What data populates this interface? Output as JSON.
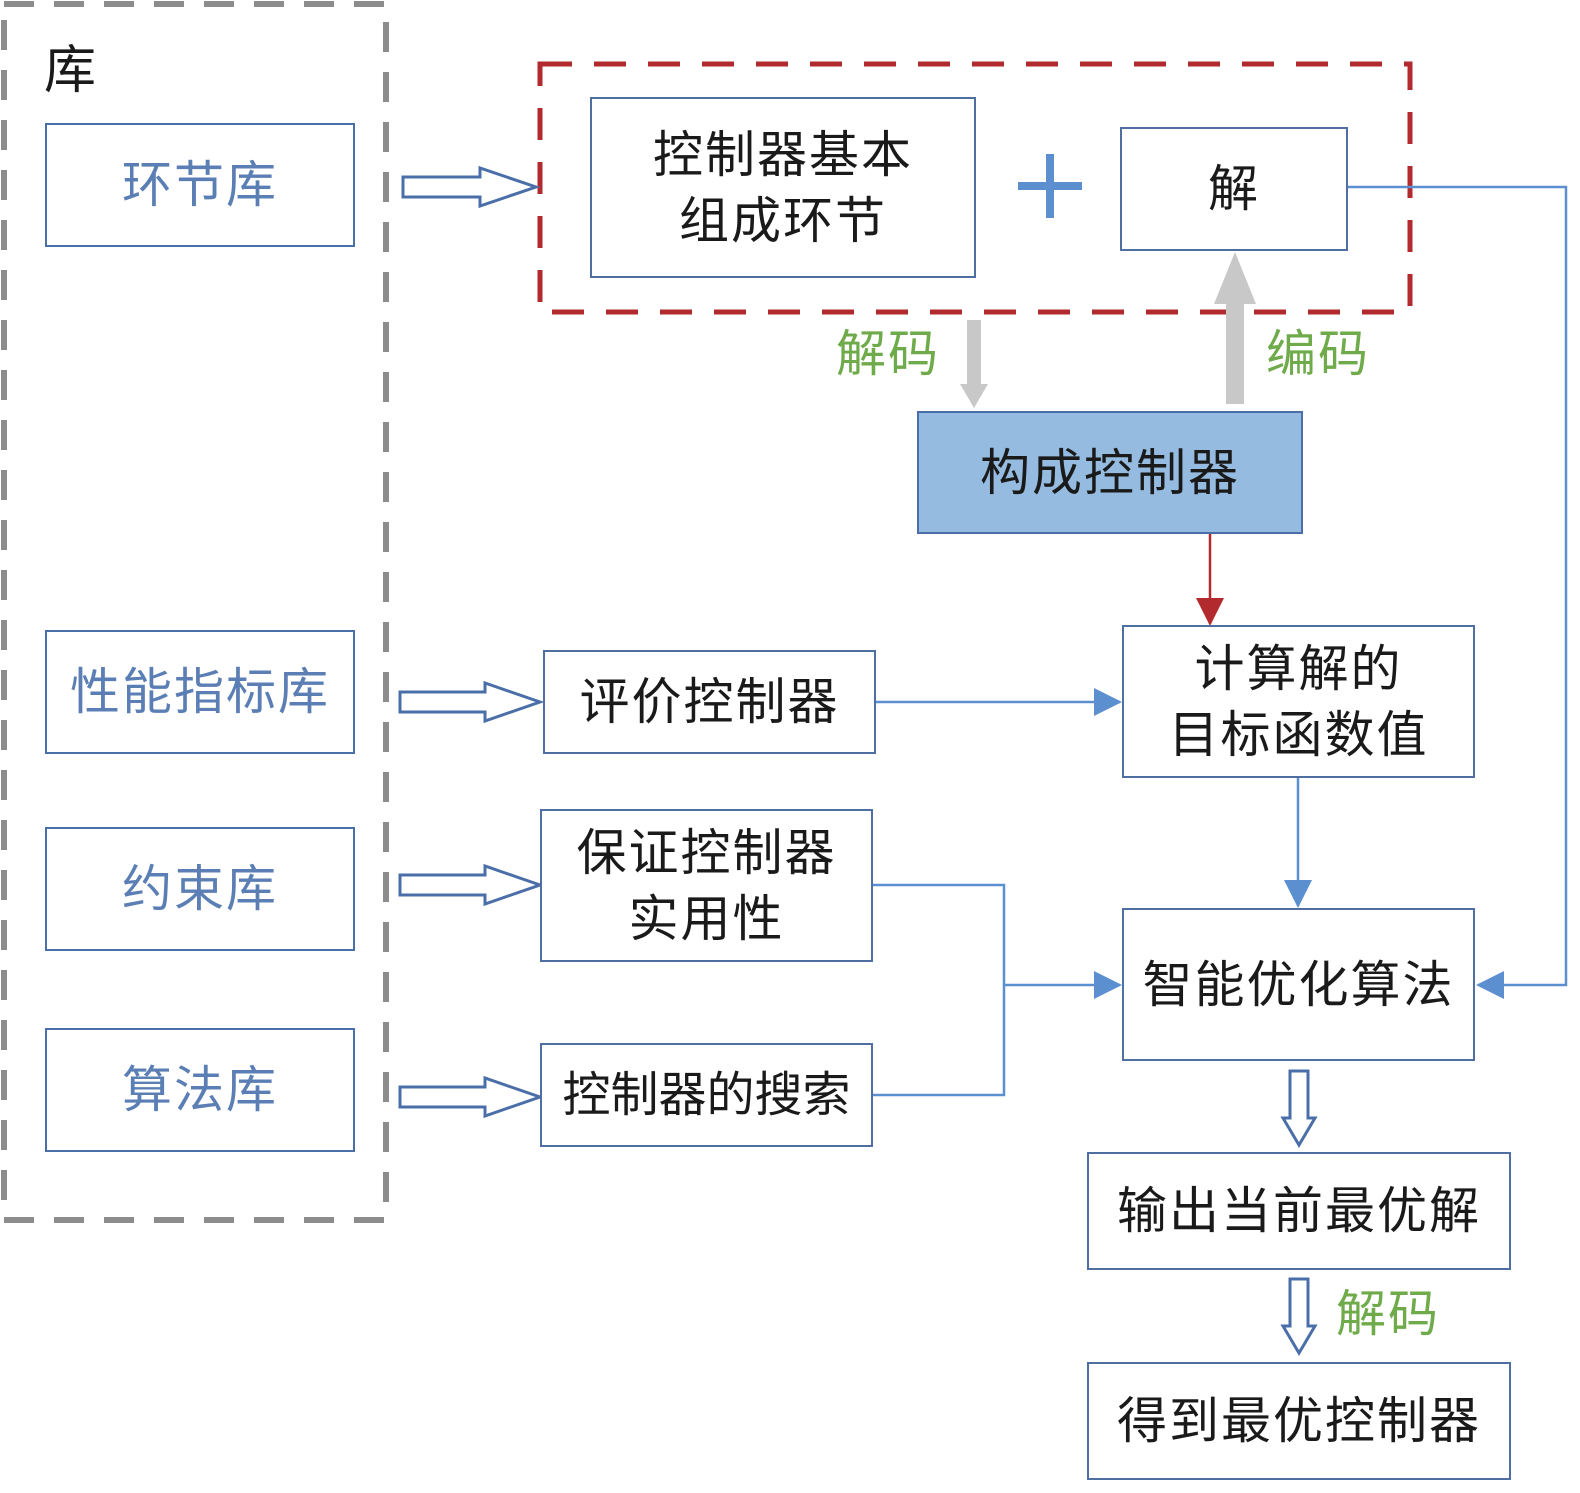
{
  "library": {
    "title": "库",
    "items": [
      "环节库",
      "性能指标库",
      "约束库",
      "算法库"
    ]
  },
  "encoding": {
    "controller_elements": "控制器基本\n组成环节",
    "plus_symbol": "+",
    "solution": "解",
    "decode_label": "解码",
    "encode_label": "编码"
  },
  "flow": {
    "build_controller": "构成控制器",
    "evaluate_controller": "评价控制器",
    "objective_value": "计算解的\n目标函数值",
    "ensure_practicality": "保证控制器\n实用性",
    "controller_search": "控制器的搜索",
    "optimization_algorithm": "智能优化算法",
    "output_best": "输出当前最优解",
    "final_decode_label": "解码",
    "optimal_controller": "得到最优控制器"
  },
  "colors": {
    "box_border": "#4f6fa3",
    "library_text": "#5b7fb5",
    "filled_box": "#95bce0",
    "red_dashed": "#b22a2e",
    "grey_dashed": "#8c8c8c",
    "green_label": "#6fab4a",
    "red_arrow": "#b22a2e",
    "grey_arrow": "#c8c8c8",
    "blue_line": "#5b8fd0"
  }
}
